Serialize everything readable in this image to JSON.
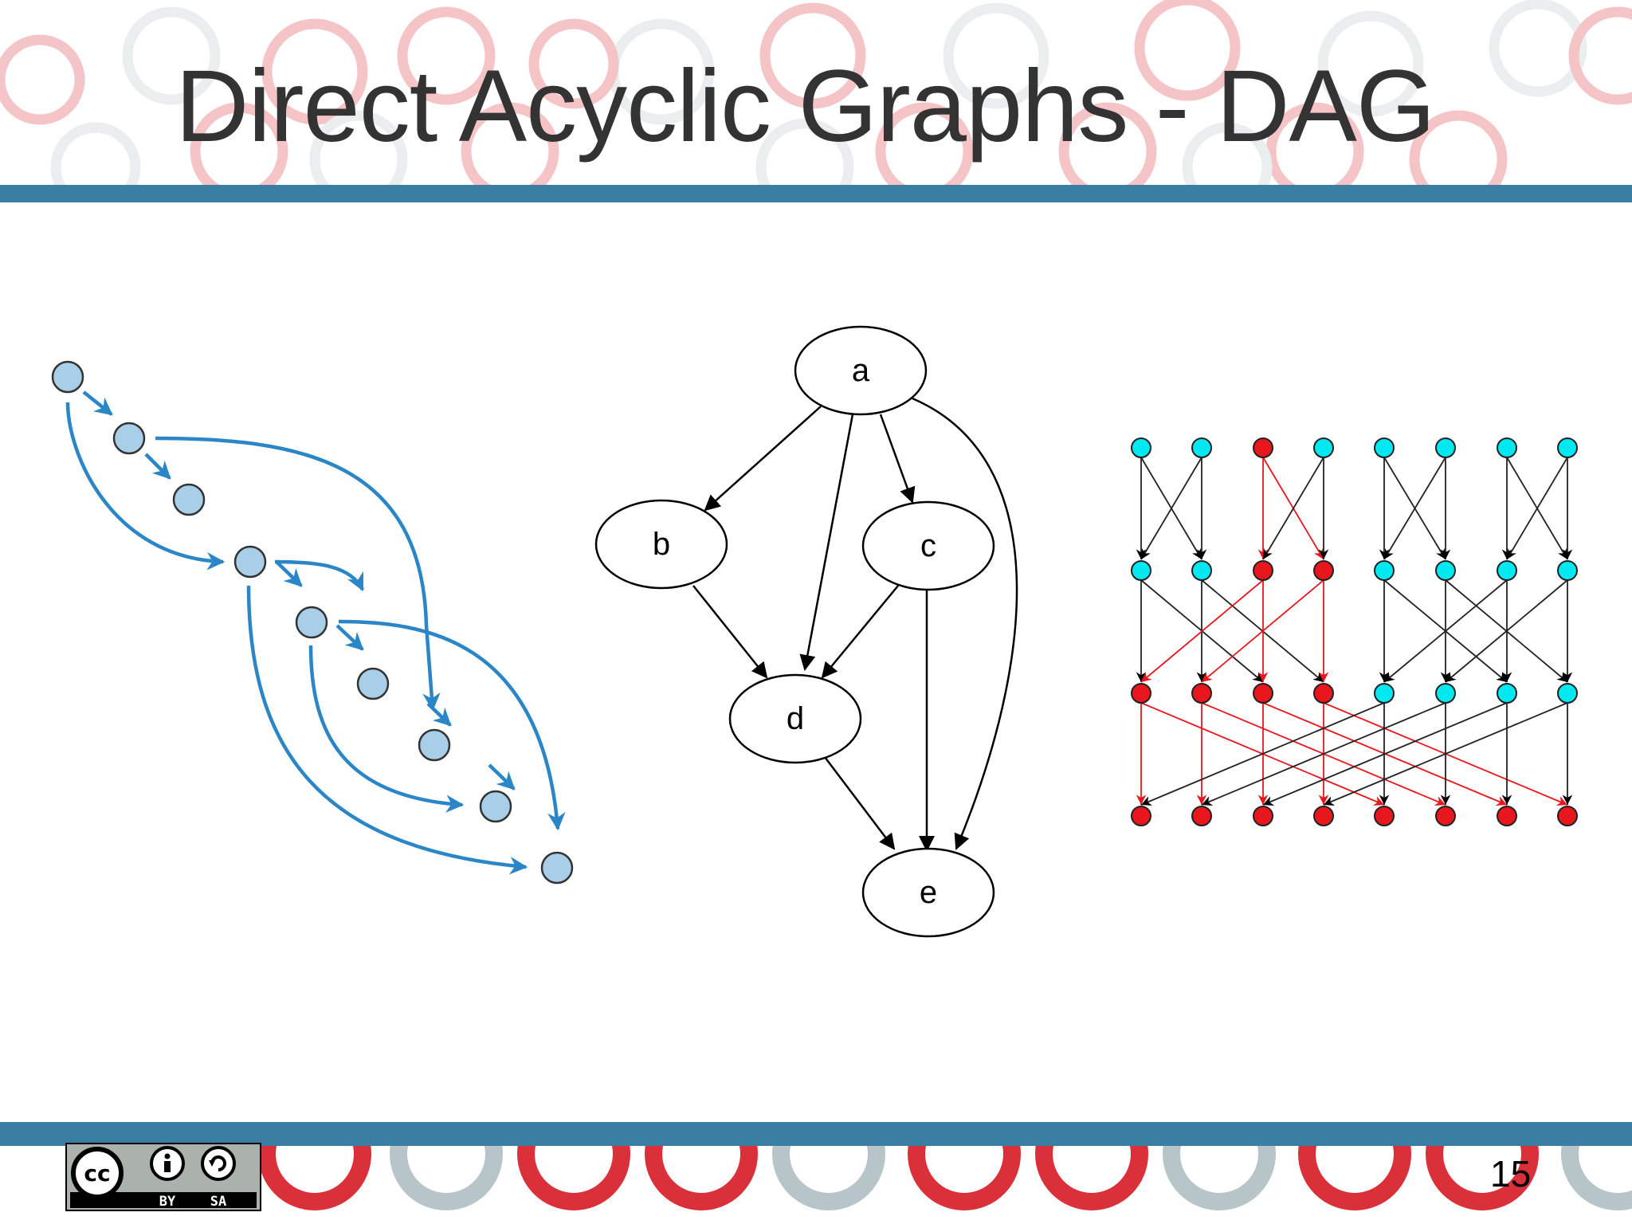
{
  "slide": {
    "title": "Direct Acyclic Graphs - DAG",
    "page_number": "15"
  },
  "license": {
    "icon": "creative-commons-by-sa-icon",
    "labels": [
      "BY",
      "SA"
    ]
  },
  "graph_labeled": {
    "nodes": [
      "a",
      "b",
      "c",
      "d",
      "e"
    ],
    "edges": [
      [
        "a",
        "b"
      ],
      [
        "a",
        "c"
      ],
      [
        "a",
        "d"
      ],
      [
        "a",
        "e"
      ],
      [
        "b",
        "d"
      ],
      [
        "c",
        "d"
      ],
      [
        "c",
        "e"
      ],
      [
        "d",
        "e"
      ]
    ]
  },
  "colors": {
    "band": "#3a7ea3",
    "ring_red": "#d9303a",
    "ring_grey": "#b8c5c8",
    "blue_node": "#a9cfe8",
    "blue_edge": "#2a86c7",
    "cyan_node": "#00e8f0",
    "red_node": "#e8171d"
  }
}
